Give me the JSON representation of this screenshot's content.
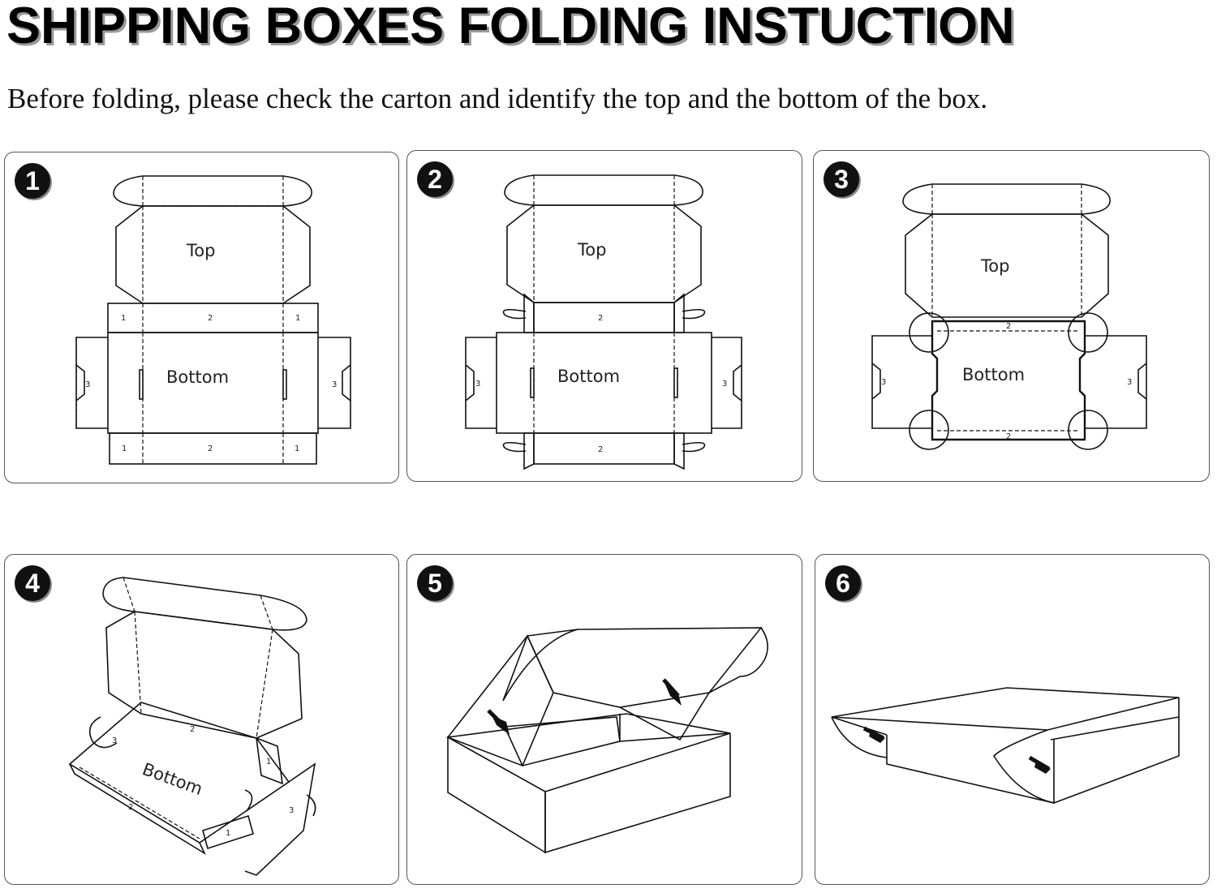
{
  "header": {
    "title": "SHIPPING BOXES FOLDING INSTUCTION",
    "subtitle": "Before folding, please check the carton and identify the top and the bottom of the box."
  },
  "steps": [
    {
      "number": "1",
      "top_label": "Top",
      "bottom_label": "Bottom",
      "flap_labels": [
        "1",
        "2",
        "1",
        "3",
        "3",
        "1",
        "2",
        "1"
      ]
    },
    {
      "number": "2",
      "top_label": "Top",
      "bottom_label": "Bottom",
      "flap_labels": [
        "2",
        "3",
        "3",
        "2"
      ]
    },
    {
      "number": "3",
      "top_label": "Top",
      "bottom_label": "Bottom",
      "flap_labels": [
        "2",
        "3",
        "3",
        "2"
      ]
    },
    {
      "number": "4",
      "bottom_label": "Bottom",
      "flap_labels": [
        "2",
        "2",
        "3",
        "1",
        "3",
        "1"
      ]
    },
    {
      "number": "5"
    },
    {
      "number": "6"
    }
  ],
  "colors": {
    "ink": "#111111",
    "panel_border": "#555555",
    "badge": "#111111"
  }
}
